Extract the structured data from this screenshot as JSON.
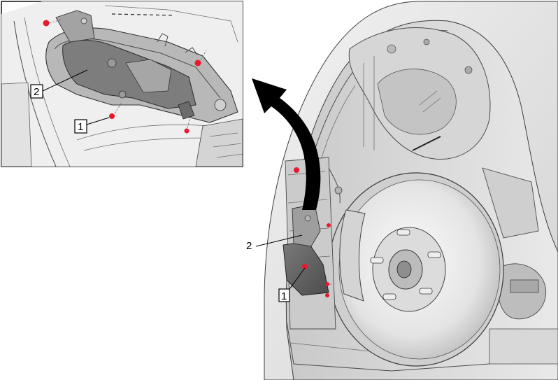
{
  "callouts": {
    "detail_1": "1",
    "detail_2": "2",
    "main_1": "1",
    "main_2": "2"
  },
  "colors": {
    "fastener_marker": "#e8192c",
    "outline": "#000000",
    "shading_light": "#e6e6e6",
    "shading_mid": "#bdbdbd",
    "shading_dark": "#5a5a5a"
  },
  "icons": {
    "arrow": "curved-arrow-icon",
    "fastener": "fastener-marker-icon"
  }
}
